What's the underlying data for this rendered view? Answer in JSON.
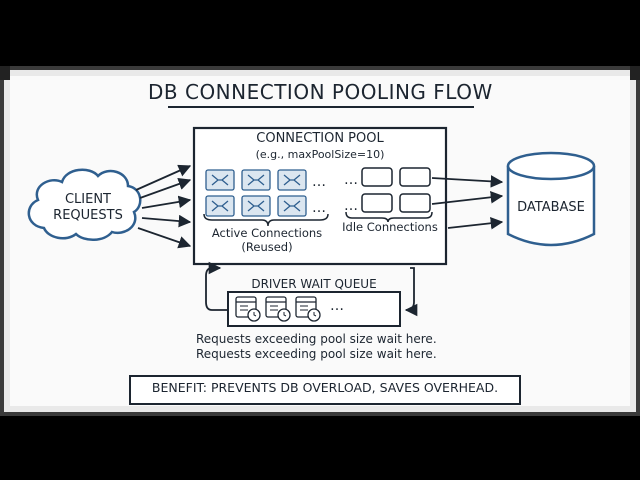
{
  "title": "DB CONNECTION POOLING FLOW",
  "client": {
    "label": "CLIENT REQUESTS"
  },
  "pool": {
    "title": "CONNECTION POOL",
    "subtitle": "(e.g., maxPoolSize=10)",
    "active_label": "Active Connections (Reused)",
    "idle_label": "Idle Connections"
  },
  "database": {
    "label": "DATABASE"
  },
  "queue": {
    "title": "DRIVER WAIT QUEUE",
    "note_lines": [
      "Requests exceeding pool size wait here.",
      "Requests exceeding pool size wait here."
    ]
  },
  "benefit": "BENEFIT: PREVENTS DB OVERLOAD, SAVES OVERHEAD.",
  "ellipsis": "…",
  "colors": {
    "ink": "#1c2530",
    "accent": "#2f5f8f",
    "icon_fill": "#dbe6f0",
    "board": "#fafafa"
  }
}
